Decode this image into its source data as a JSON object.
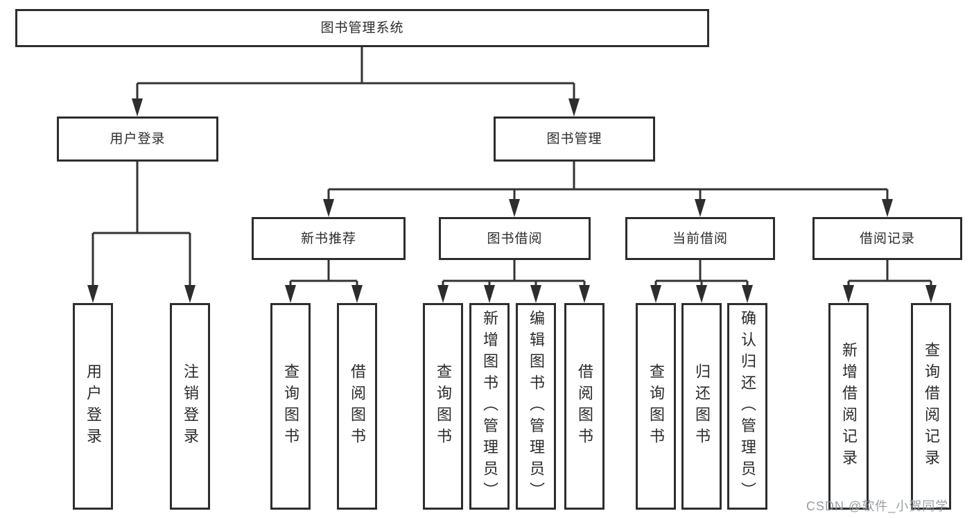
{
  "diagram": {
    "tree": {
      "root": {
        "label": "图书管理系统",
        "children": [
          {
            "label": "用户登录",
            "children": [
              {
                "label": "用户登录"
              },
              {
                "label": "注销登录"
              }
            ]
          },
          {
            "label": "图书管理",
            "children": [
              {
                "label": "新书推荐",
                "children": [
                  {
                    "label": "查询图书"
                  },
                  {
                    "label": "借阅图书"
                  }
                ]
              },
              {
                "label": "图书借阅",
                "children": [
                  {
                    "label": "查询图书"
                  },
                  {
                    "label": "新增图书（管理员）"
                  },
                  {
                    "label": "编辑图书（管理员）"
                  },
                  {
                    "label": "借阅图书"
                  }
                ]
              },
              {
                "label": "当前借阅",
                "children": [
                  {
                    "label": "查询图书"
                  },
                  {
                    "label": "归还图书"
                  },
                  {
                    "label": "确认归还（管理员）"
                  }
                ]
              },
              {
                "label": "借阅记录",
                "children": [
                  {
                    "label": "新增借阅记录"
                  },
                  {
                    "label": "查询借阅记录"
                  }
                ]
              }
            ]
          }
        ]
      }
    },
    "colors": {
      "line": "#333333",
      "box_border": "#2d2d2d",
      "text": "#2b2b2b",
      "background": "#ffffff",
      "watermark": "#94989e"
    }
  },
  "watermark": {
    "text": "CSDN @软件_小贺同学"
  }
}
